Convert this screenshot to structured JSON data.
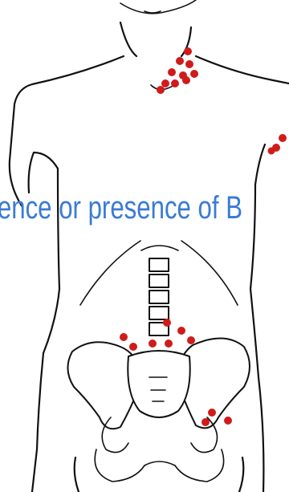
{
  "caption": "ence or presence of B",
  "colors": {
    "caption": "#3a7bd5",
    "lesion_dot": "#d01b1b",
    "outline": "#111111",
    "background": "#ffffff"
  },
  "lesion_regions": [
    "neck-left",
    "right-shoulder",
    "sacroiliac-region",
    "left-hip"
  ]
}
